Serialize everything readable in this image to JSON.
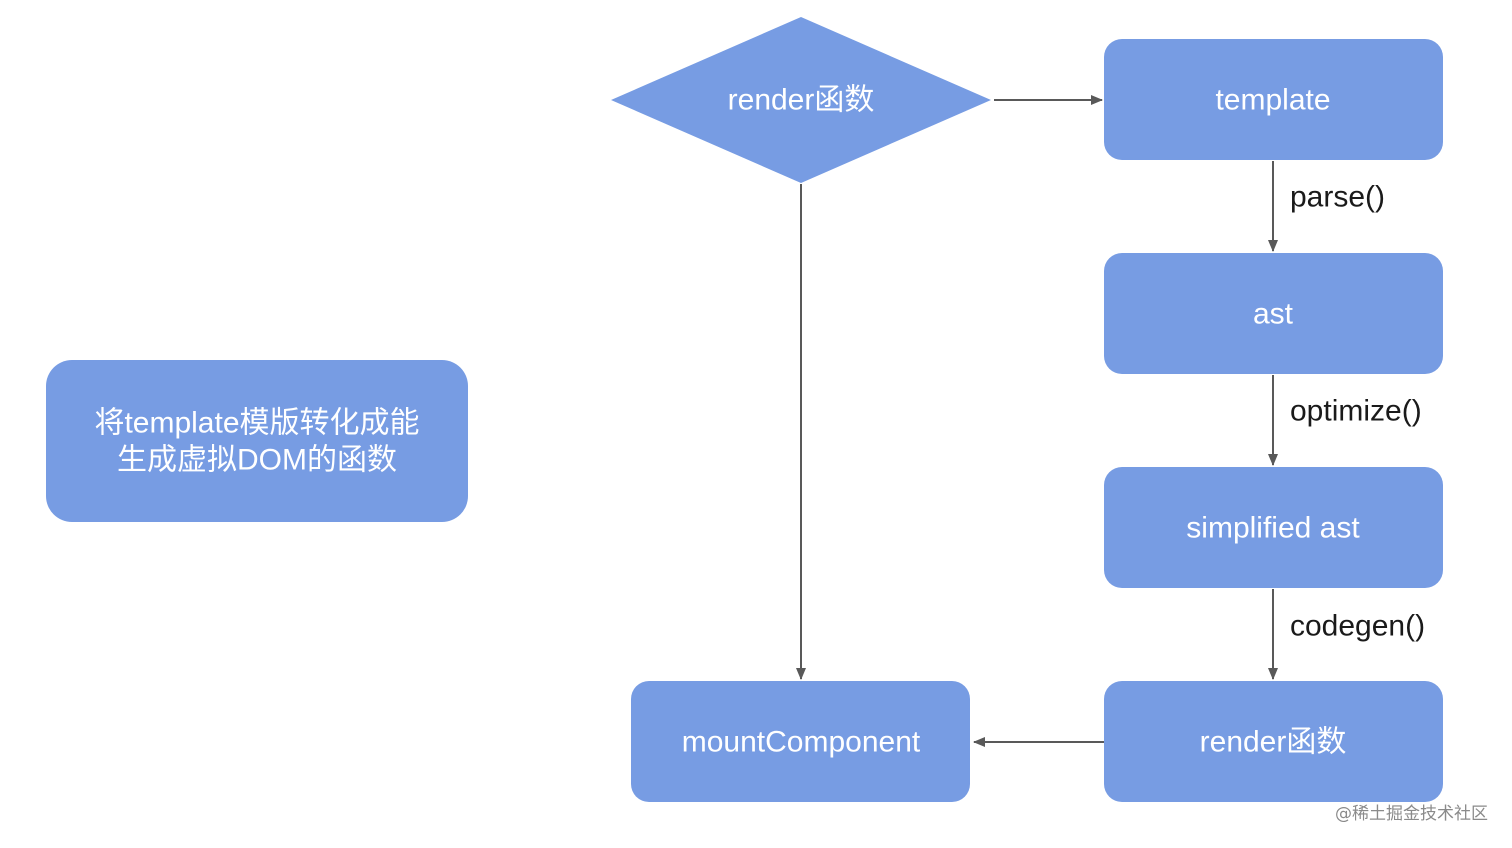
{
  "colors": {
    "node_fill": "#779ce3",
    "node_text": "#ffffff",
    "edge": "#595959",
    "label_text": "#1a1a1a",
    "watermark": "#8a8a8a"
  },
  "nodes": {
    "render_decision": "render函数",
    "template": "template",
    "ast": "ast",
    "simplified_ast": "simplified ast",
    "render_function": "render函数",
    "mount_component": "mountComponent",
    "description_line1": "将template模版转化成能",
    "description_line2": "生成虚拟DOM的函数"
  },
  "edges": {
    "parse": "parse()",
    "optimize": "optimize()",
    "codegen": "codegen()"
  },
  "watermark": "@稀土掘金技术社区"
}
